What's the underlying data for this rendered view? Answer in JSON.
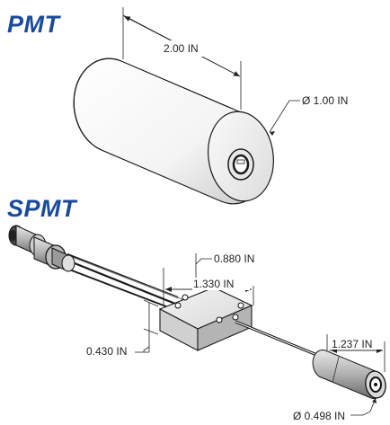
{
  "titles": {
    "pmt": "PMT",
    "spmt": "SPMT"
  },
  "dimensions": {
    "pmt_length": "2.00 IN",
    "pmt_diameter": "Ø 1.00 IN",
    "spmt_width": "0.880 IN",
    "spmt_length": "1.330 IN",
    "spmt_height": "0.430 IN",
    "spmt_sensor_length": "1.237 IN",
    "spmt_sensor_diameter": "Ø 0.498 IN"
  },
  "colors": {
    "title": "#1a4a9c",
    "line": "#222222",
    "body_light": "#f2f2f2",
    "body_mid": "#d4d4d4",
    "body_dark": "#9a9a9a"
  }
}
